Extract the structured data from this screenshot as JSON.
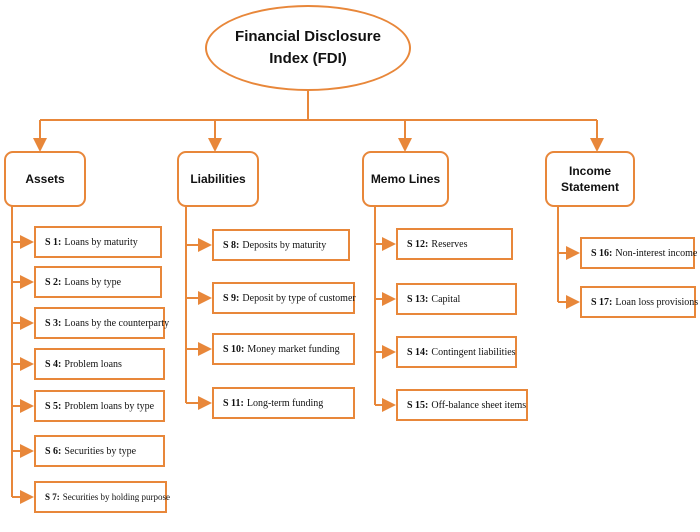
{
  "root": {
    "line1": "Financial Disclosure",
    "line2": "Index (FDI)"
  },
  "categories": [
    {
      "label": "Assets",
      "items": [
        {
          "code": "S 1:",
          "text": "Loans by maturity"
        },
        {
          "code": "S 2:",
          "text": "Loans by type"
        },
        {
          "code": "S 3:",
          "text": "Loans by the counterparty"
        },
        {
          "code": "S 4:",
          "text": "Problem loans"
        },
        {
          "code": "S 5:",
          "text": "Problem loans by type"
        },
        {
          "code": "S 6:",
          "text": "Securities by type"
        },
        {
          "code": "S 7:",
          "text": "Securities by holding purpose"
        }
      ]
    },
    {
      "label": "Liabilities",
      "items": [
        {
          "code": "S 8:",
          "text": "Deposits by maturity"
        },
        {
          "code": "S 9:",
          "text": "Deposit by type of customer"
        },
        {
          "code": "S 10:",
          "text": "Money market funding"
        },
        {
          "code": "S 11:",
          "text": "Long-term funding"
        }
      ]
    },
    {
      "label": "Memo Lines",
      "items": [
        {
          "code": "S 12:",
          "text": "Reserves"
        },
        {
          "code": "S 13:",
          "text": "Capital"
        },
        {
          "code": "S 14:",
          "text": "Contingent liabilities"
        },
        {
          "code": "S 15:",
          "text": "Off-balance sheet items"
        }
      ]
    },
    {
      "label_line1": "Income",
      "label_line2": "Statement",
      "items": [
        {
          "code": "S 16:",
          "text": "Non-interest income"
        },
        {
          "code": "S 17:",
          "text": "Loan loss provisions"
        }
      ]
    }
  ],
  "colors": {
    "connector": "#e8873a",
    "border": "#e8873a"
  }
}
